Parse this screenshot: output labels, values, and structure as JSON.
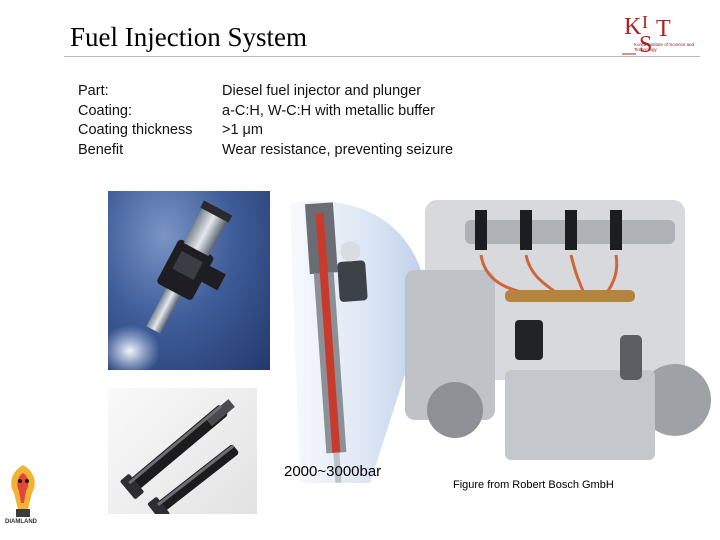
{
  "slide": {
    "title": "Fuel Injection System",
    "specs": [
      {
        "label": "Part:",
        "value": "Diesel fuel injector and plunger"
      },
      {
        "label": "Coating:",
        "value": "a-C:H, W-C:H with metallic buffer"
      },
      {
        "label": "Coating thickness",
        "value": ">1 μm"
      },
      {
        "label": "Benefit",
        "value": "Wear resistance, preventing seizure"
      }
    ],
    "pressure_caption": "2000~3000bar",
    "credit_caption": "Figure from Robert Bosch GmbH"
  },
  "logo": {
    "letters": "KIST",
    "subtitle": "Korea Institute of Science and Technology",
    "color": "#b21f24"
  },
  "mascot": {
    "label": "DIAMLAND"
  },
  "colors": {
    "injector_background": "#3f5d9a",
    "copper_lines": "#d0643c"
  }
}
